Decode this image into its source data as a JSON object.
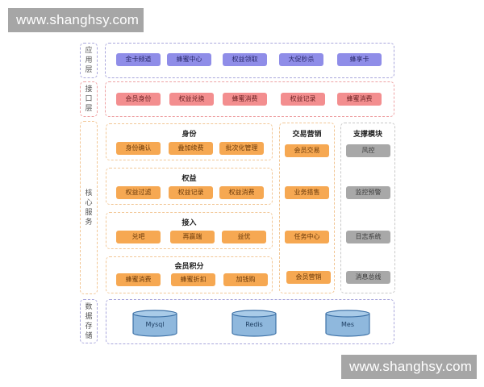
{
  "watermark": {
    "text": "www.shanghsy.com"
  },
  "layers": {
    "application": {
      "label": [
        "应",
        "用",
        "层"
      ],
      "items": [
        "金卡频道",
        "蜂蜜中心",
        "权益领取",
        "大促秒杀",
        "蜂享卡"
      ]
    },
    "interface": {
      "label": [
        "接",
        "口",
        "层"
      ],
      "items": [
        "会员身份",
        "权益兑换",
        "蜂蜜消费",
        "权益记录",
        "蜂蜜消费"
      ]
    },
    "core": {
      "label": [
        "核",
        "心",
        "服",
        "务"
      ],
      "groups": [
        {
          "title": "身份",
          "items": [
            "身份确认",
            "叠加续费",
            "批次化管理"
          ]
        },
        {
          "title": "权益",
          "items": [
            "权益过滤",
            "权益记录",
            "权益消费"
          ]
        },
        {
          "title": "接入",
          "items": [
            "兑吧",
            "再赢端",
            "益优"
          ]
        },
        {
          "title": "会员积分",
          "items": [
            "蜂蜜消费",
            "蜂蜜折扣",
            "加钱购"
          ]
        }
      ],
      "trade": {
        "title": "交易营销",
        "items": [
          "会员交易",
          "业务搭售",
          "任务中心",
          "会员营销"
        ]
      },
      "support": {
        "title": "支撑模块",
        "items": [
          "风控",
          "监控预警",
          "日志系统",
          "消息总线"
        ]
      }
    },
    "storage": {
      "label": [
        "数",
        "据",
        "存",
        "储"
      ],
      "items": [
        "Mysql",
        "Redis",
        "Mes"
      ]
    }
  },
  "colors": {
    "application": "#8f8de8",
    "interface": "#f38e8f",
    "core": "#f6a852",
    "support": "#a8a8a8",
    "storage": "#8fb8dd"
  }
}
